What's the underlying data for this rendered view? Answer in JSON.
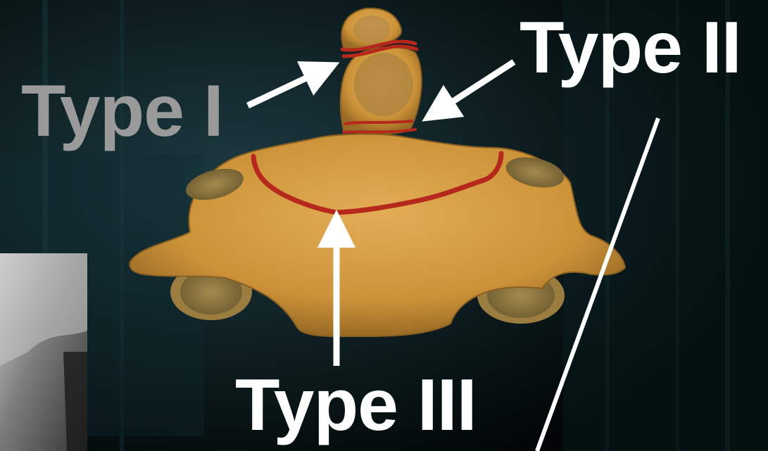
{
  "labels": {
    "type_1": "Type I",
    "type_2": "Type II",
    "type_3": "Type III"
  },
  "colors": {
    "background": "#000000",
    "bone": "#d29a3e",
    "bone_shadow": "#8f6322",
    "fracture_line": "#b7281c",
    "arrow": "#ffffff",
    "label_type_1": "#9a9a9a",
    "label_type_2_3": "#ffffff"
  }
}
